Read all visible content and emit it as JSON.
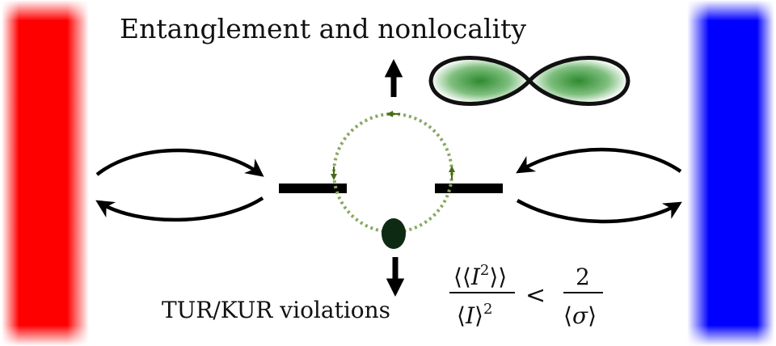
{
  "title": "Entanglement and nonlocality",
  "bottom_label": "TUR/KUR violations",
  "formula": {
    "num_left": "⟨⟨",
    "num_var": "I",
    "num_exp": "2",
    "num_right": "⟩⟩",
    "den_left": "⟨",
    "den_var": "I",
    "den_right": "⟩",
    "den_exp": "2",
    "relation": "<",
    "rhs_num": "2",
    "rhs_den_left": "⟨",
    "rhs_den_var": "σ",
    "rhs_den_right": "⟩"
  },
  "colors": {
    "left_reservoir": "#ff0000",
    "right_reservoir": "#0000ff",
    "arrow": "#000000",
    "loop": "#8aa860",
    "loop_arrowhead": "#4a6a1a",
    "lobe_fill": "#2f8a2f",
    "dot": "#0f2a12"
  },
  "icons": {
    "left_reservoir": "red-bath",
    "right_reservoir": "blue-bath",
    "infinity": "figure-eight-icon"
  }
}
